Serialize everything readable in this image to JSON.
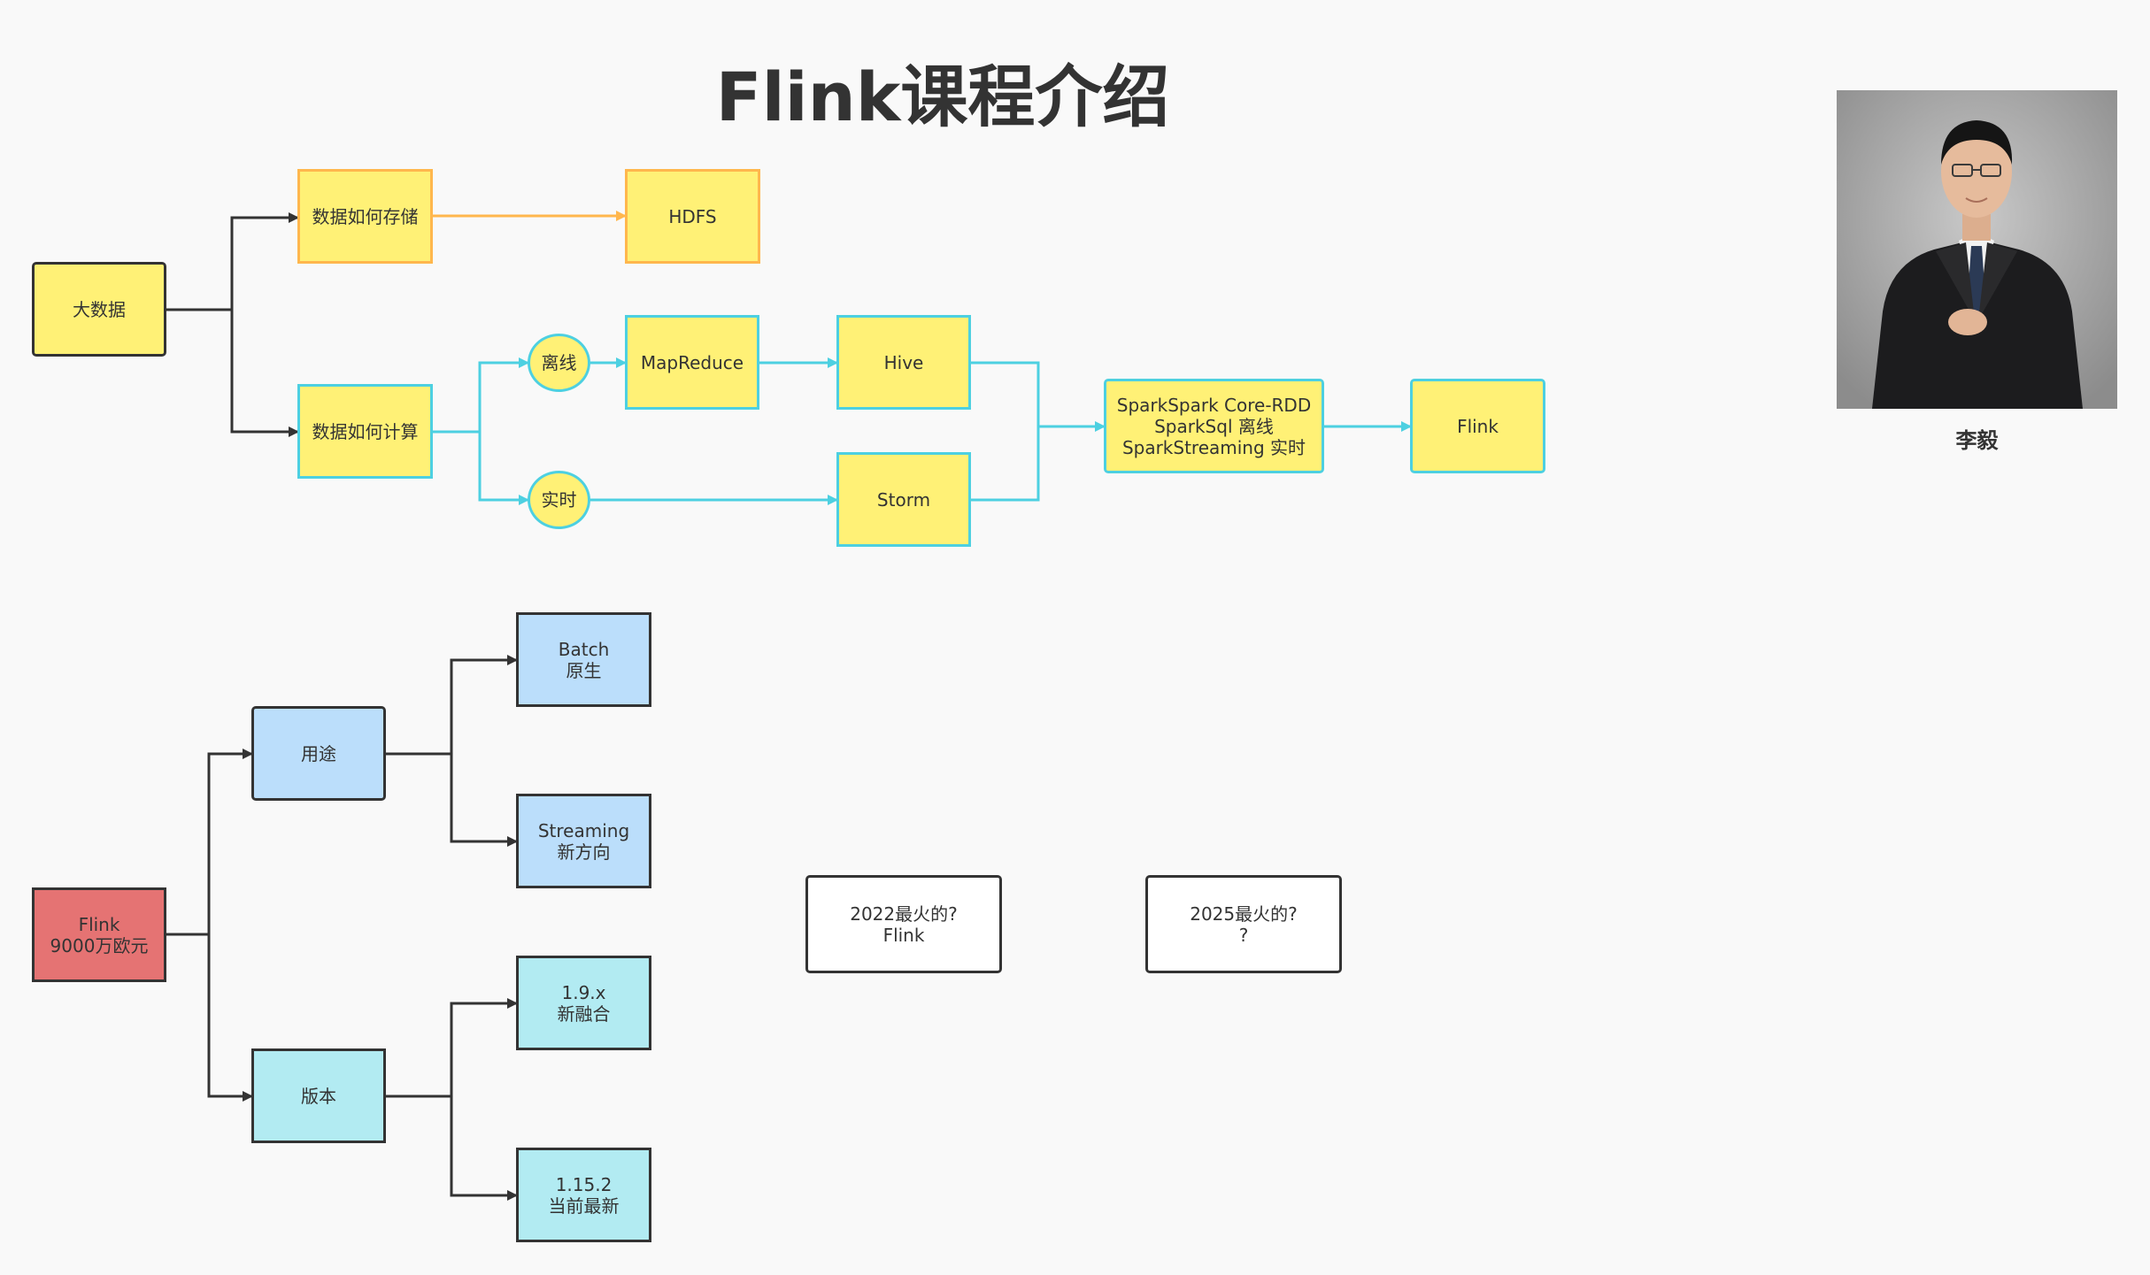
{
  "title": "Flink课程介绍",
  "instructor": {
    "name": "李毅"
  },
  "bigdata_tree": {
    "root": "大数据",
    "storage": {
      "label": "数据如何存储",
      "target": "HDFS"
    },
    "compute": {
      "label": "数据如何计算",
      "offline": {
        "label": "离线",
        "step1": "MapReduce",
        "step2": "Hive"
      },
      "realtime": {
        "label": "实时",
        "step1": "Storm"
      },
      "spark": {
        "line1": "SparkSpark Core-RDD",
        "line2": "SparkSql 离线",
        "line3": "SparkStreaming 实时"
      },
      "flink": "Flink"
    }
  },
  "flink_tree": {
    "root": {
      "line1": "Flink",
      "line2": "9000万欧元"
    },
    "usage": {
      "label": "用途",
      "batch": {
        "line1": "Batch",
        "line2": "原生"
      },
      "streaming": {
        "line1": "Streaming",
        "line2": "新方向"
      }
    },
    "version": {
      "label": "版本",
      "v19": {
        "line1": "1.9.x",
        "line2": "新融合"
      },
      "v115": {
        "line1": "1.15.2",
        "line2": "当前最新"
      }
    }
  },
  "notes": {
    "note2022": {
      "line1": "2022最火的?",
      "line2": "Flink"
    },
    "note2025": {
      "line1": "2025最火的?",
      "line2": "?"
    }
  },
  "colors": {
    "yellow_fill": "#fff176",
    "orange_stroke": "#ffb74d",
    "cyan_stroke": "#4dd0e1",
    "dark_stroke": "#333333",
    "blue_fill": "#bbdefb",
    "teal_fill": "#b2ebf2",
    "red_fill": "#e57373"
  }
}
